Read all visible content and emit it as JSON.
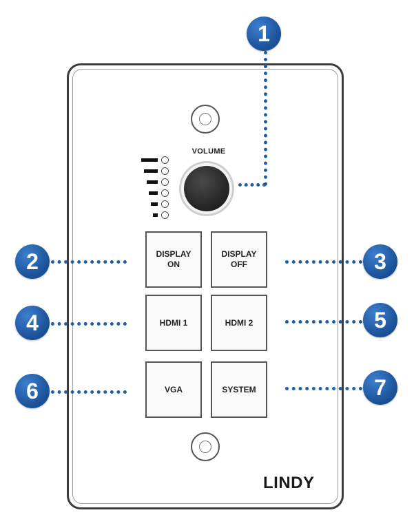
{
  "panel": {
    "volume_label": "VOLUME",
    "brand": "LINDY",
    "buttons": [
      {
        "label": "DISPLAY\nON"
      },
      {
        "label": "DISPLAY\nOFF"
      },
      {
        "label": "HDMI 1"
      },
      {
        "label": "HDMI 2"
      },
      {
        "label": "VGA"
      },
      {
        "label": "SYSTEM"
      }
    ]
  },
  "callouts": [
    "1",
    "2",
    "3",
    "4",
    "5",
    "6",
    "7"
  ],
  "colors": {
    "callout": "#1f5ea8",
    "panel_border": "#3c3c3c"
  }
}
